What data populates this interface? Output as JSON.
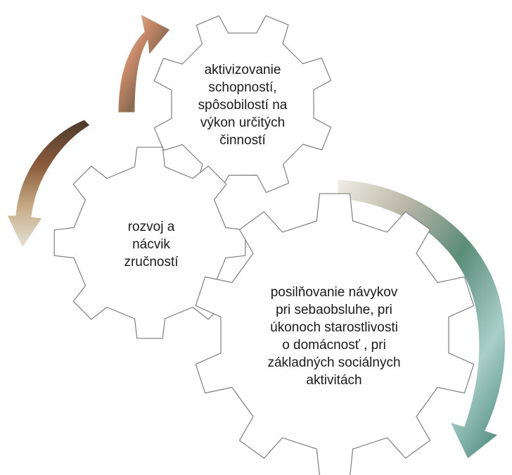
{
  "diagram": {
    "gears": [
      {
        "name": "gear-aktivizovanie",
        "lines": [
          "aktivizovanie",
          "schopností,",
          "spôsobilostí na",
          "výkon určitých",
          "činností"
        ]
      },
      {
        "name": "gear-rozvoj",
        "lines": [
          "rozvoj a",
          "nácvik",
          "zručností"
        ]
      },
      {
        "name": "gear-posilnovanie",
        "lines": [
          "posilňovanie návykov",
          "pri sebaobsluhe, pri",
          "úkonoch starostlivosti",
          "o domácnosť , pri",
          "základných sociálnych",
          "aktivitách"
        ]
      }
    ],
    "colors": {
      "gear_fill": "#ffffff",
      "gear_stroke": "#7f7f7f",
      "text": "#1a1a1a",
      "arrow_photo_tones": [
        "#d8c49a",
        "#8a5a3a",
        "#5c7c6a",
        "#b9d4cf",
        "#e9ddc6"
      ]
    }
  }
}
